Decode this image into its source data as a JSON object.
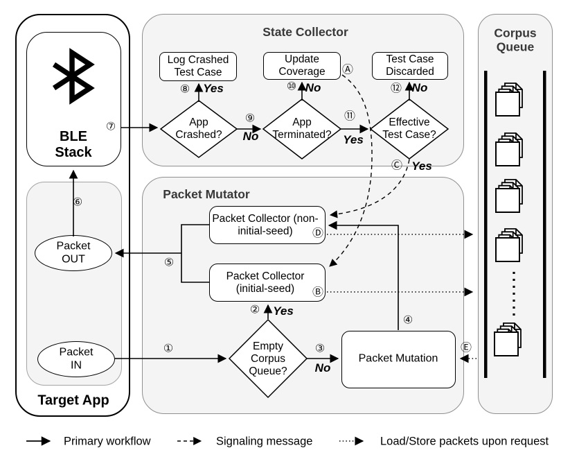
{
  "containers": {
    "target_app": "Target App",
    "state_collector": "State Collector",
    "packet_mutator": "Packet Mutator",
    "corpus_queue": "Corpus Queue"
  },
  "nodes": {
    "ble_stack": "BLE Stack",
    "packet_out": "Packet OUT",
    "packet_in": "Packet IN",
    "log_crashed_test_case": "Log Crashed Test Case",
    "update_coverage": "Update Coverage",
    "test_case_discarded": "Test Case Discarded",
    "app_crashed": "App Crashed?",
    "app_terminated": "App Terminated?",
    "effective_test_case": "Effective Test Case?",
    "packet_collector_non_initial": "Packet Collector (non-initial-seed)",
    "packet_collector_initial": "Packet Collector (initial-seed)",
    "packet_mutation": "Packet Mutation",
    "empty_corpus_queue": "Empty Corpus Queue?"
  },
  "steps": {
    "s1": "①",
    "s2": "②",
    "s3": "③",
    "s4": "④",
    "s5": "⑤",
    "s6": "⑥",
    "s7": "⑦",
    "s8": "⑧",
    "s9": "⑨",
    "s10": "⑩",
    "s11": "⑪",
    "s12": "⑫"
  },
  "signals": {
    "a": "Ⓐ",
    "b": "Ⓑ",
    "c": "Ⓒ",
    "d": "Ⓓ",
    "e": "Ⓔ"
  },
  "branch": {
    "yes": "Yes",
    "no": "No"
  },
  "legend": {
    "primary": "Primary workflow",
    "signaling": "Signaling message",
    "load_store": "Load/Store packets upon request"
  },
  "icons": {
    "bluetooth": "bluetooth",
    "document_stack": "document-stack"
  },
  "colors": {
    "container_fill": "#f4f4f4",
    "container_border": "#8f8f8f",
    "line": "#000000",
    "node_fill": "#ffffff"
  }
}
